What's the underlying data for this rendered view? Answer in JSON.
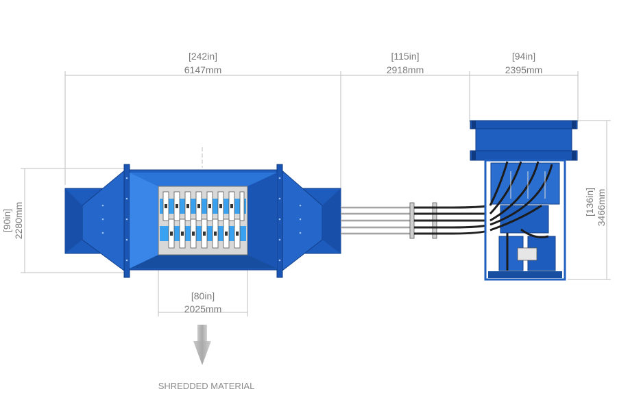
{
  "dimensions": {
    "overall_shredder": {
      "in": "[242in]",
      "mm": "6147mm"
    },
    "hose_span": {
      "in": "[115in]",
      "mm": "2918mm"
    },
    "power_unit_width": {
      "in": "[94in]",
      "mm": "2395mm"
    },
    "shredder_height": {
      "in": "[90in]",
      "mm": "2280mm"
    },
    "power_unit_height": {
      "in": "[136in]",
      "mm": "3466mm"
    },
    "cutting_chamber": {
      "in": "[80in]",
      "mm": "2025mm"
    }
  },
  "output_label": "SHREDDED MATERIAL",
  "colors": {
    "body_blue": "#1f5fbf",
    "dark_blue": "#123f8a",
    "light_blue": "#3a86e8",
    "rotor_blue": "#3aa0f0",
    "hose_black": "#222222",
    "dimension_gray": "#bdbdbd"
  }
}
